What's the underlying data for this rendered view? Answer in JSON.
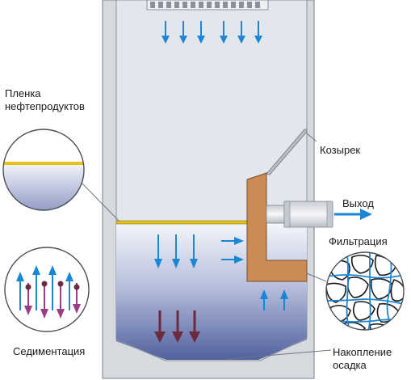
{
  "labels": {
    "film": [
      "Пленка",
      "нефтепродуктов"
    ],
    "visor": "Козырек",
    "exit": "Выход",
    "filtration": "Фильтрация",
    "sedimentation": "Седиментация",
    "accumulation": [
      "Накопление",
      "осадка"
    ]
  },
  "colors": {
    "tank_body": "#e1e5ec",
    "tank_outline": "#6f7784",
    "water_top": "#f2f4fa",
    "water_bottom": "#4a5a9a",
    "oil_film": "#e6c21a",
    "arrow_blue": "#1a86d6",
    "arrow_purple": "#9a3d84",
    "arrow_dark": "#6b2a3e",
    "filter_brown": "#cc8a55",
    "pipe": "#d8dbe1",
    "exit_arrow": "#1a86d6"
  },
  "icons": {
    "inflow_grate": "grate-icon",
    "filter_media": "filter-mesh-icon"
  }
}
